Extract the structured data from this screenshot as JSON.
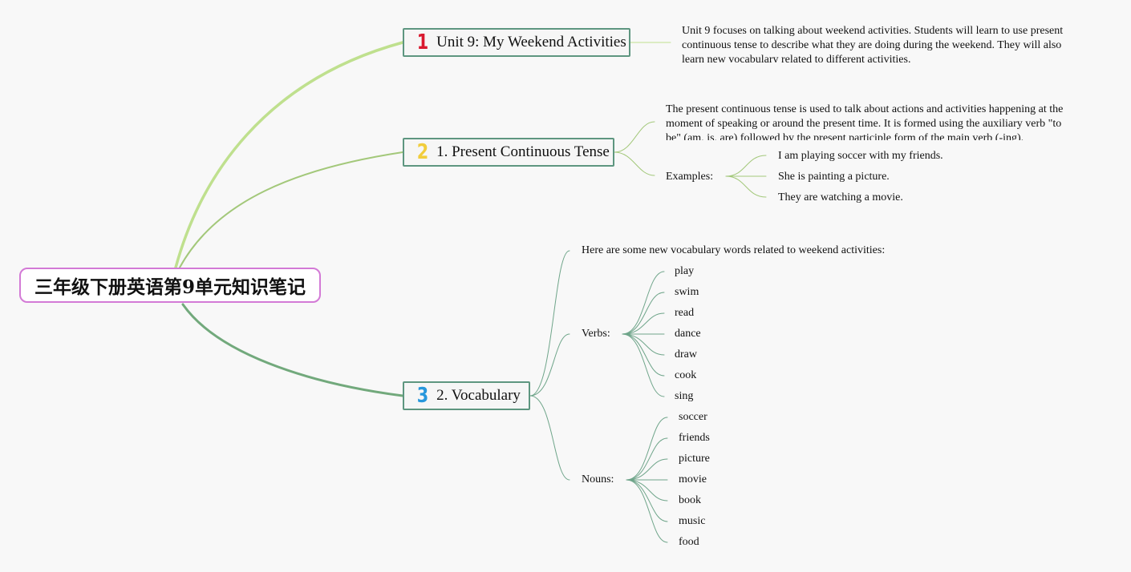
{
  "root": {
    "title": "三年级下册英语第9单元知识笔记",
    "border_color": "#d37ad6"
  },
  "topics": [
    {
      "badge": "1",
      "badge_color": "#d9192f",
      "title": "Unit 9: My Weekend Activities",
      "description": "Unit 9 focuses on talking about weekend activities. Students will learn to use present continuous tense to describe what they are doing during the weekend. They will also learn new vocabulary related to different activities."
    },
    {
      "badge": "2",
      "badge_color": "#f1cd3c",
      "title": "1. Present Continuous Tense",
      "description": "The present continuous tense is used to talk about actions and activities happening at the moment of speaking or around the present time. It is formed using the auxiliary verb \"to be\" (am, is, are) followed by the present participle form of the main verb (-ing).",
      "examples_label": "Examples:",
      "examples": [
        "I am playing soccer with my friends.",
        "She is painting a picture.",
        "They are watching a movie."
      ]
    },
    {
      "badge": "3",
      "badge_color": "#2797dc",
      "title": "2. Vocabulary",
      "intro": "Here are some new vocabulary words related to weekend activities:",
      "verbs_label": "Verbs:",
      "verbs": [
        "play",
        "swim",
        "read",
        "dance",
        "draw",
        "cook",
        "sing"
      ],
      "nouns_label": "Nouns:",
      "nouns": [
        "soccer",
        "friends",
        "picture",
        "movie",
        "book",
        "music",
        "food"
      ]
    }
  ],
  "colors": {
    "branch1": "#bfe08e",
    "branch2": "#a3c87a",
    "branch3": "#72a97c",
    "leaf": "#6fa58a",
    "topic_border": "#5e9680"
  }
}
